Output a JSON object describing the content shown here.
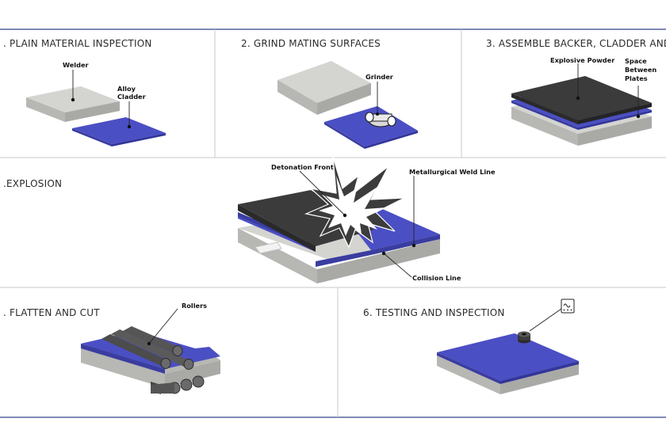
{
  "steps": [
    {
      "title": ". PLAIN MATERIAL INSPECTION",
      "labels": [
        "Welder",
        "Alloy",
        "Cladder"
      ]
    },
    {
      "title": "2. GRIND MATING SURFACES",
      "labels": [
        "Grinder"
      ]
    },
    {
      "title": "3. ASSEMBLE BACKER, CLADDER AND EXP",
      "labels": [
        "Explosive Powder",
        "Space",
        "Between",
        "Plates"
      ]
    },
    {
      "title": ".EXPLOSION",
      "labels": [
        "Detonation Front",
        "Metallurgical Weld Line",
        "Collision Line"
      ]
    },
    {
      "title": ". FLATTEN AND CUT",
      "labels": [
        "Rollers"
      ]
    },
    {
      "title": "6. TESTING AND INSPECTION",
      "labels": []
    }
  ],
  "colors": {
    "cladder_blue": "#4b4fc4",
    "steel_top": "#d4d4d0",
    "steel_side": "#a9a9a6",
    "explosive": "#3b3b3b",
    "frame_line": "#34428a",
    "cell_line": "#c9c9c9"
  },
  "icons": [
    "grinder-icon",
    "roller-icon",
    "test-probe-icon",
    "monitor-icon",
    "starburst-icon"
  ]
}
